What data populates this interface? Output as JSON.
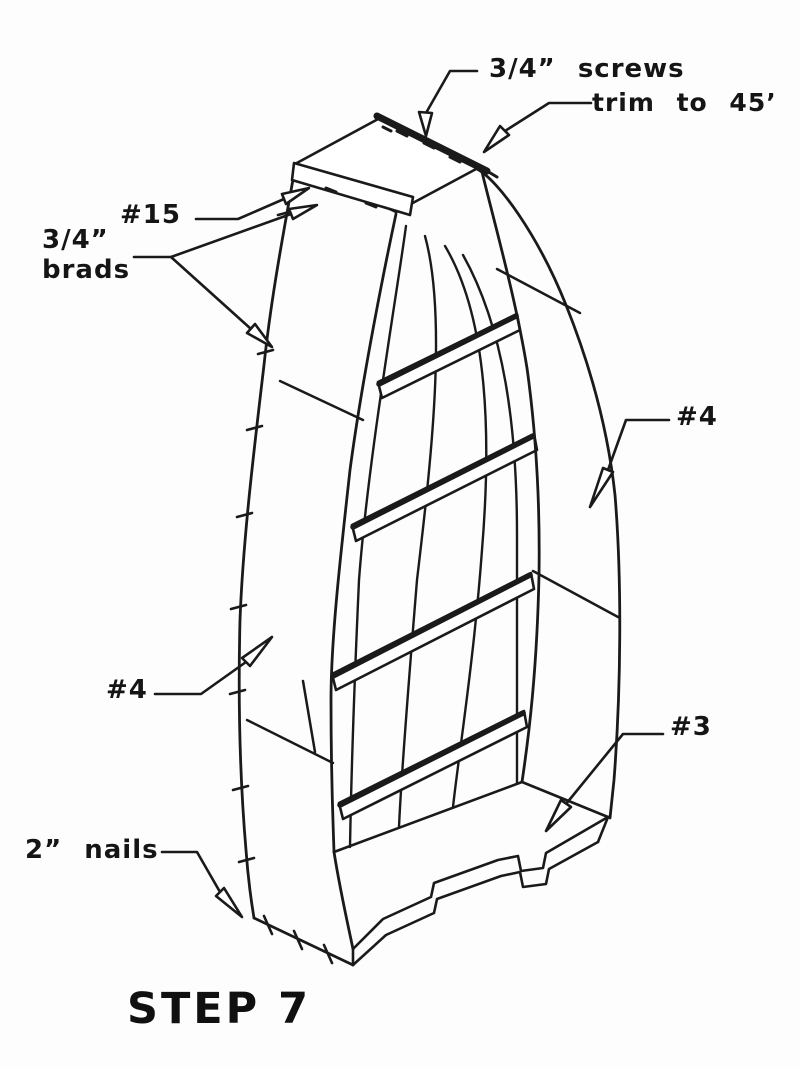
{
  "figure": {
    "step_title": "STEP 7",
    "annotations": {
      "screws": "3/4” screws",
      "trim": "trim to 45’",
      "part15": "#15",
      "brads": "3/4” brads",
      "part4_right": "#4",
      "part4_left": "#4",
      "part3": "#3",
      "nails": "2” nails"
    },
    "drawing": {
      "subject": "boat hull assembly shown upside down: bow transom board, planked bottom with four battens, notched stern transom",
      "ink_color": "#1a1a1a",
      "paper_color": "#fdfdfd"
    }
  }
}
